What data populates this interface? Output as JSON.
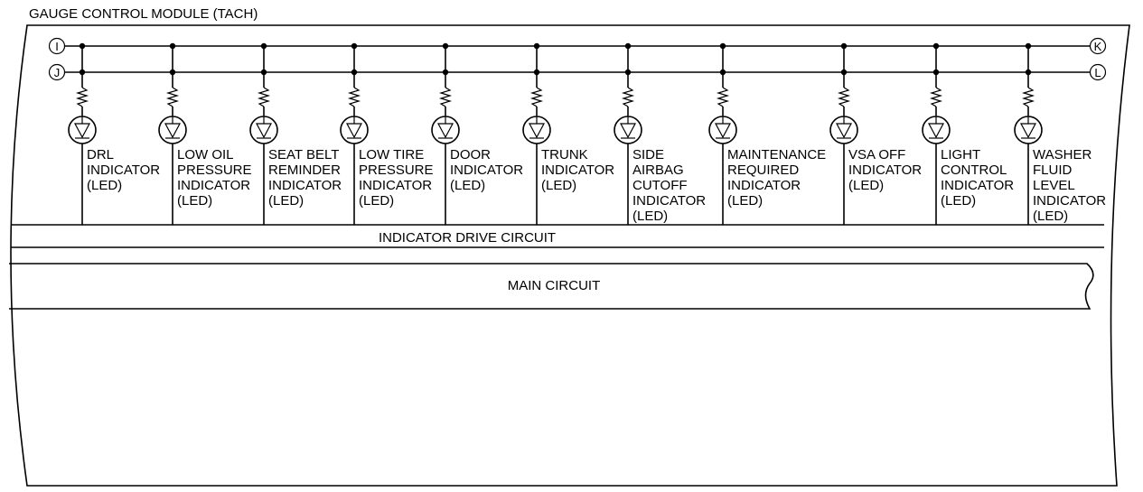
{
  "title": "GAUGE CONTROL MODULE (TACH)",
  "connectors": {
    "top_left": "I",
    "bottom_left": "J",
    "top_right": "K",
    "bottom_right": "L"
  },
  "indicators": [
    {
      "lines": [
        "DRL",
        "INDICATOR",
        "(LED)"
      ]
    },
    {
      "lines": [
        "LOW OIL",
        "PRESSURE",
        "INDICATOR",
        "(LED)"
      ]
    },
    {
      "lines": [
        "SEAT BELT",
        "REMINDER",
        "INDICATOR",
        "(LED)"
      ]
    },
    {
      "lines": [
        "LOW TIRE",
        "PRESSURE",
        "INDICATOR",
        "(LED)"
      ]
    },
    {
      "lines": [
        "DOOR",
        "INDICATOR",
        "(LED)"
      ]
    },
    {
      "lines": [
        "TRUNK",
        "INDICATOR",
        "(LED)"
      ]
    },
    {
      "lines": [
        "SIDE",
        "AIRBAG",
        "CUTOFF",
        "INDICATOR",
        "(LED)"
      ]
    },
    {
      "lines": [
        "MAINTENANCE",
        "REQUIRED",
        "INDICATOR",
        "(LED)"
      ]
    },
    {
      "lines": [
        "VSA OFF",
        "INDICATOR",
        "(LED)"
      ]
    },
    {
      "lines": [
        "LIGHT",
        "CONTROL",
        "INDICATOR",
        "(LED)"
      ]
    },
    {
      "lines": [
        "WASHER",
        "FLUID",
        "LEVEL",
        "INDICATOR",
        "(LED)"
      ]
    }
  ],
  "indicator_drive_circuit": "INDICATOR DRIVE CIRCUIT",
  "main_circuit": "MAIN CIRCUIT"
}
